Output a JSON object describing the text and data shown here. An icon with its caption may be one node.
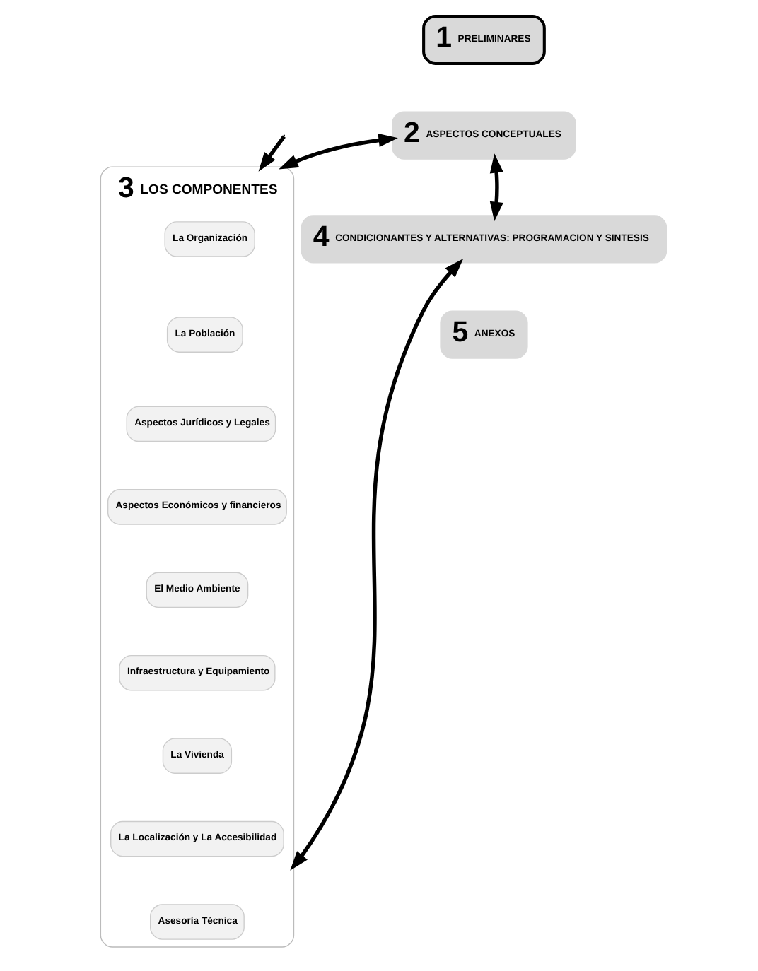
{
  "diagram": {
    "nodes": [
      {
        "text": [
          "1",
          "PRELIMINARES"
        ]
      },
      {
        "text": [
          "2",
          "ASPECTOS CONCEPTUALES"
        ]
      },
      {
        "text": [
          "3",
          "LOS COMPONENTES"
        ]
      },
      {
        "text": [
          "La Organización"
        ],
        "in": 2
      },
      {
        "text": [
          "La Población"
        ],
        "in": 2
      },
      {
        "text": [
          "Aspectos Jurídicos y Legales"
        ],
        "in": 2
      },
      {
        "text": [
          "Aspectos Económicos y financieros"
        ],
        "in": 2
      },
      {
        "text": [
          "El Medio Ambiente"
        ],
        "in": 2
      },
      {
        "text": [
          "Infraestructura y Equipamiento"
        ],
        "in": 2
      },
      {
        "text": [
          "La Vivienda"
        ],
        "in": 2
      },
      {
        "text": [
          "La Localización y La Accesibilidad"
        ],
        "in": 2
      },
      {
        "text": [
          "Asesoría Técnica"
        ],
        "in": 2
      },
      {
        "text": [
          "4",
          "CONDICIONANTES Y ALTERNATIVAS: PROGRAMACION Y SINTESIS"
        ]
      },
      {
        "text": [
          "5",
          "ANEXOS"
        ]
      }
    ],
    "edges": [
      {
        "from": 1,
        "to": 2,
        "arrow": "both"
      },
      {
        "from": 1,
        "to": 12,
        "arrow": "both"
      },
      {
        "from": null,
        "to": 2,
        "arrow": "to"
      },
      {
        "from": 2,
        "to": 12,
        "arrow": "both"
      }
    ]
  }
}
